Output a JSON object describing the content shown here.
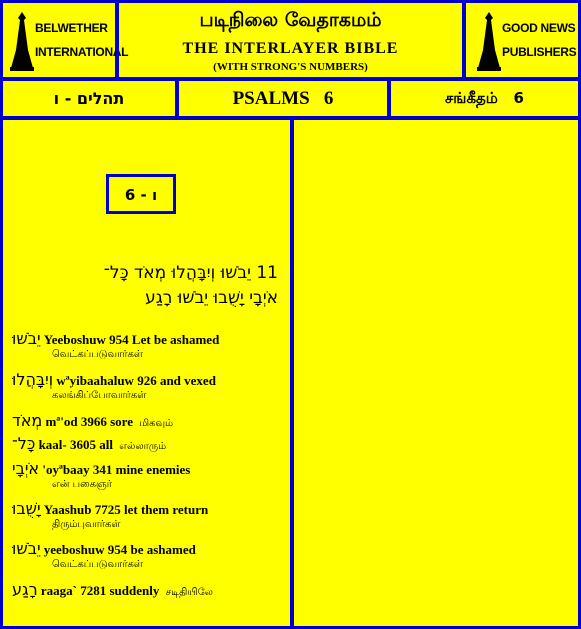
{
  "header": {
    "left_logo": {
      "line1": "BELWETHER",
      "line2": "INTERNATIONAL"
    },
    "title_tamil": "படிநிலை வேதாகமம்",
    "title_english": "THE  INTERLAYER  BIBLE",
    "subtitle": "(WITH STRONG'S NUMBERS)",
    "right_logo": {
      "line1": "GOOD NEWS",
      "line2": "PUBLISHERS"
    }
  },
  "book_bar": {
    "hebrew": "תהלים - ו",
    "english": "PSALMS   6",
    "tamil": "சங்கீதம்   6"
  },
  "verse_ref": "ו - 6",
  "verse_lines": [
    "11 יֵבֹשׁוּ וְיִבָּהֲלוּ מְאֹד כָּל־",
    "אֹיְבָי יָשֻׁבוּ יֵבֹשׁוּ רָגַע"
  ],
  "entries": [
    {
      "hebrew": "יֵבֹשׁוּ",
      "translit": "Yeeboshuw",
      "num": "954",
      "english": "Let be ashamed",
      "tamil": "வெட்கப்படுவார்கள்"
    },
    {
      "hebrew": "וְיִבָּהֲלוּ",
      "translit": "wªyibaahaluw",
      "num": "926",
      "english": "and vexed",
      "tamil": "கலங்கிப்போவார்கள்"
    },
    {
      "hebrew": "מְאֹד",
      "translit": "mª'od",
      "num": "3966",
      "english": "sore",
      "tamil": "மிகவும்"
    },
    {
      "hebrew": "כָּל־",
      "translit": "kaal-",
      "num": "3605",
      "english": "all",
      "tamil": "எல்லாரும்"
    },
    {
      "hebrew": "אֹיְבָי",
      "translit": "'oyªbaay",
      "num": "341",
      "english": "mine enemies",
      "tamil": "என் பகைஞர்"
    },
    {
      "hebrew": "יָשֻׁבוּ",
      "translit": "Yaashub",
      "num": "7725",
      "english": "let them return",
      "tamil": "திரும்புவார்கள்"
    },
    {
      "hebrew": "יֵבֹשׁוּ",
      "translit": "yeeboshuw",
      "num": "954",
      "english": "be ashamed",
      "tamil": "வெட்கப்படுவார்கள்"
    },
    {
      "hebrew": "רָגַע",
      "translit": "raaga`",
      "num": "7281",
      "english": "suddenly",
      "tamil": "சடிதியிலே"
    }
  ]
}
